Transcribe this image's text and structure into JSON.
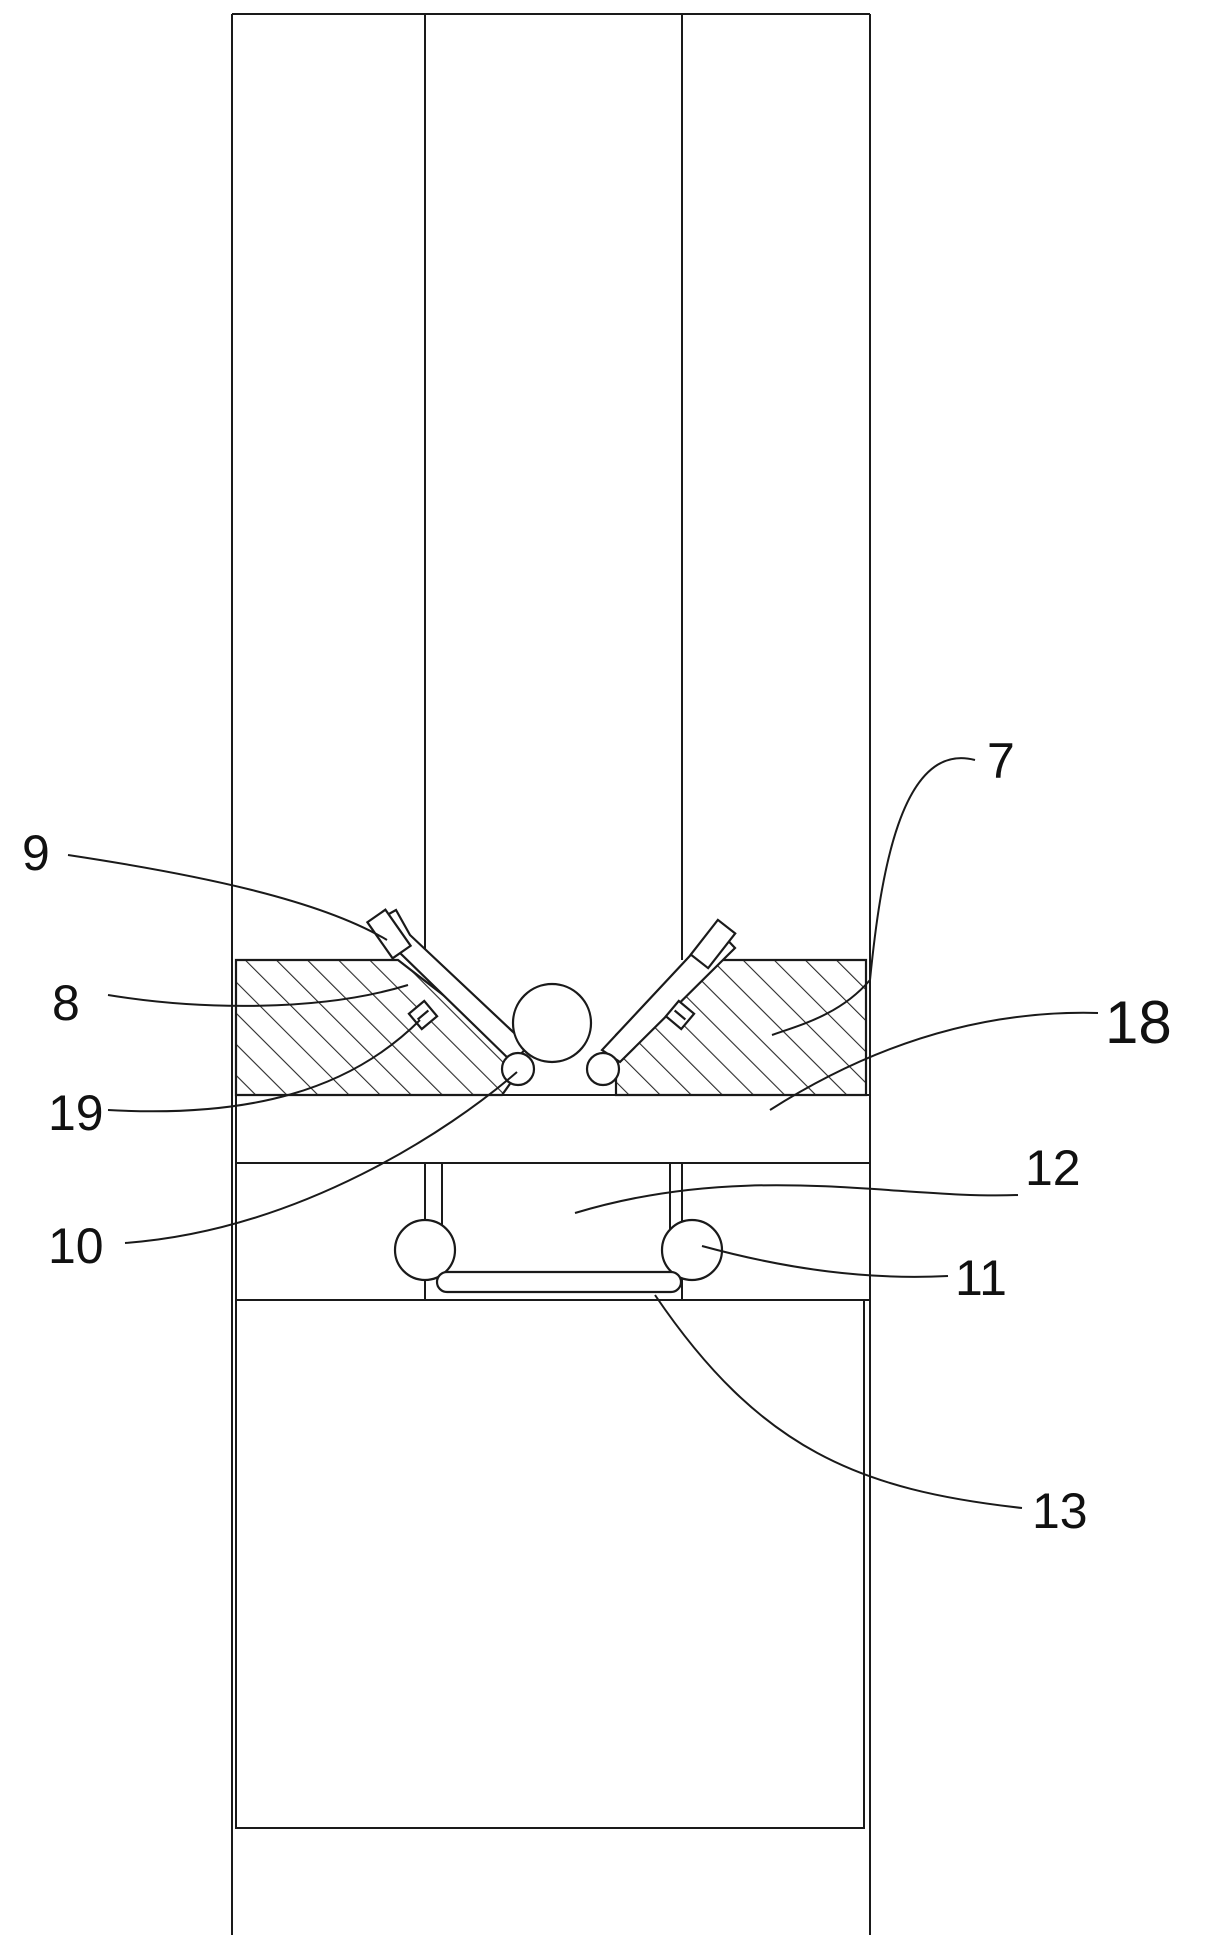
{
  "labels": {
    "l7": "7",
    "l8": "8",
    "l9": "9",
    "l10": "10",
    "l11": "11",
    "l12": "12",
    "l13": "13",
    "l18": "18",
    "l19": "19"
  },
  "colors": {
    "stroke": "#1a1a1a",
    "hatch": "#2a2a2a",
    "background": "#ffffff"
  }
}
